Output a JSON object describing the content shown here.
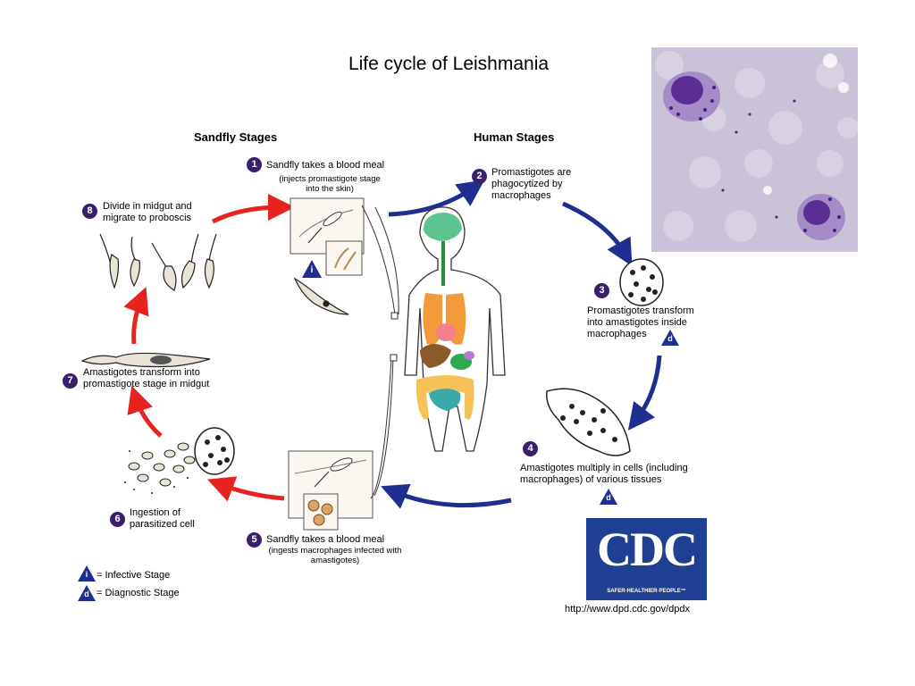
{
  "title": "Life cycle of Leishmania",
  "headers": {
    "sandfly": "Sandfly Stages",
    "human": "Human Stages"
  },
  "steps": [
    {
      "num": "1",
      "text": "Sandfly takes a blood meal",
      "sub": "(injects promastigote stage into the skin)"
    },
    {
      "num": "2",
      "text": "Promastigotes are phagocytized by macrophages"
    },
    {
      "num": "3",
      "text": "Promastigotes transform into amastigotes inside macrophages"
    },
    {
      "num": "4",
      "text": "Amastigotes multiply in cells (including macrophages) of various tissues"
    },
    {
      "num": "5",
      "text": "Sandfly takes a blood meal",
      "sub": "(ingests macrophages infected with amastigotes)"
    },
    {
      "num": "6",
      "text": "Ingestion of parasitized cell"
    },
    {
      "num": "7",
      "text": "Amastigotes transform into promastigote stage in midgut"
    },
    {
      "num": "8",
      "text": "Divide in midgut and migrate to proboscis"
    }
  ],
  "legend": {
    "i_symbol": "i",
    "i_label": "= Infective Stage",
    "d_symbol": "d",
    "d_label": "= Diagnostic Stage"
  },
  "cdc": {
    "logo": "CDC",
    "tagline": "SAFER·HEALTHIER·PEOPLE™",
    "url": "http://www.dpd.cdc.gov/dpdx"
  },
  "colors": {
    "sandfly_arrow": "#e8231f",
    "human_arrow": "#1f2e8f",
    "number_badge": "#3a1f6b"
  }
}
